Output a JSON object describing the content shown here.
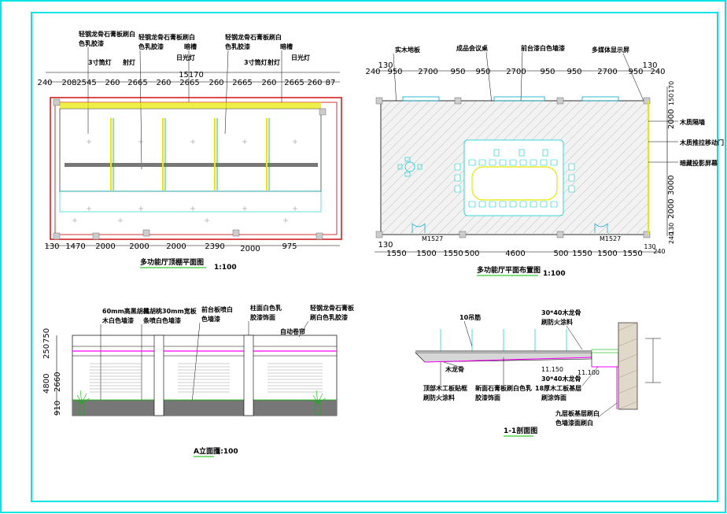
{
  "colors": {
    "frame": "#00e5e5",
    "wall": "#cc0000",
    "yellow": "#e8e800",
    "magenta": "#ff00ff",
    "green": "#00bb00",
    "gray": "#777777",
    "cyan": "#00cccc"
  },
  "ceiling_plan": {
    "title": "多功能厅顶棚平面图",
    "scale": "1:100",
    "top_notes": [
      "轻钢龙骨石膏板刷白",
      "色乳胶漆",
      "轻钢龙骨石膏板刷白",
      "色乳胶漆",
      "轻钢龙骨石膏板刷白",
      "色乳胶漆"
    ],
    "light_labels": [
      "3寸筒灯",
      "射灯",
      "暗槽",
      "日光灯",
      "3寸筒灯",
      "射灯",
      "暗槽",
      "日光灯"
    ],
    "total_dim": "15170",
    "top_dims": [
      "240",
      "208",
      "2545",
      "260",
      "2665",
      "260",
      "2665",
      "260",
      "2665",
      "260",
      "2665",
      "260",
      "87"
    ],
    "bottom_dims": [
      "130",
      "1470",
      "2000",
      "2000",
      "2000",
      "2390",
      "2000",
      "975"
    ]
  },
  "floor_plan": {
    "title": "多功能厅平面布置图",
    "scale": "1:100",
    "top_notes": [
      "实木地板",
      "成品会议桌",
      "前台漆白色墙漆",
      "多媒体显示屏"
    ],
    "top_dims": [
      "130",
      "240",
      "950",
      "2700",
      "950",
      "950",
      "2700",
      "950",
      "950",
      "2700",
      "950",
      "240",
      "130"
    ],
    "right_dims": [
      "170",
      "150",
      "2000",
      "3000",
      "2000",
      "130",
      "240"
    ],
    "right_notes": [
      "木质隔墙",
      "木质推拉移动门",
      "暗藏投影屏幕"
    ],
    "door_labels": [
      "M1527",
      "M1527"
    ],
    "bottom_dims": [
      "130",
      "1550",
      "1500",
      "1550",
      "500",
      "4600",
      "500",
      "1550",
      "1500",
      "1550",
      "130",
      "240"
    ]
  },
  "elevation": {
    "title": "A立面图",
    "scale": "1:100",
    "notes": [
      "60mm高黑胡桃",
      "木白色墙漆",
      "黑胡桃30mm宽板",
      "条喷白色墙漆",
      "前台板喷白",
      "色墙漆",
      "柱面白色乳",
      "胶漆饰面",
      "自动卷帘",
      "轻钢龙骨石膏板",
      "刷白色乳胶漆"
    ],
    "left_dims": [
      "750",
      "250",
      "2660",
      "910"
    ],
    "height_dim": "4800"
  },
  "section": {
    "title": "1-1剖面图",
    "notes": [
      "10吊筋",
      "30*40木龙骨",
      "刷防火涂料",
      "木龙骨",
      "顶部木工板贴框",
      "刷防火涂料",
      "新面石膏板刷白色乳",
      "胶漆饰面",
      "30*40木龙骨",
      "18厚木工板基层",
      "刷涂饰面",
      "九层板基层刷白",
      "色墙漆面刷白"
    ],
    "levels": [
      "11.150",
      "11.100"
    ]
  }
}
